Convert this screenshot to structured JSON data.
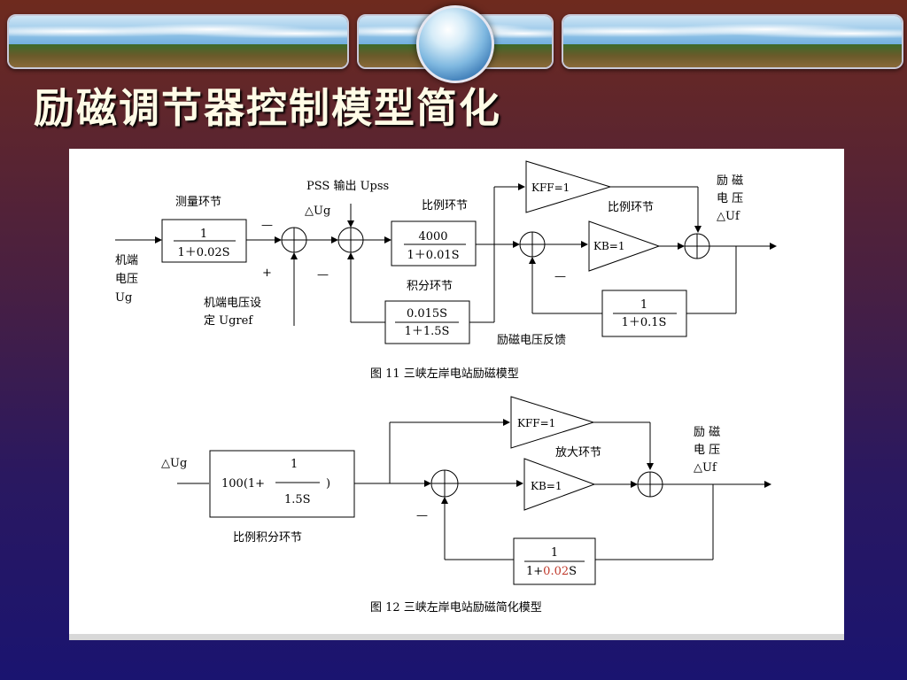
{
  "slide": {
    "title": "励磁调节器控制模型简化"
  },
  "fig11": {
    "caption": "图 11 三峡左岸电站励磁模型",
    "input_label": [
      "机端",
      "电压",
      "Ug"
    ],
    "measure_label": "测量环节",
    "measure_tf": {
      "num": "1",
      "den": "1＋0.02S"
    },
    "ref_label": [
      "机端电压设",
      "定 Ugref"
    ],
    "pss_label": "PSS 输出 Upss",
    "dug_label": "△Ug",
    "prop_label": "比例环节",
    "prop_tf": {
      "num": "4000",
      "den": "1＋0.01S"
    },
    "int_label": "积分环节",
    "int_tf": {
      "num": "0.015S",
      "den": "1＋1.5S"
    },
    "kff": "KFF=1",
    "kb": "KB=1",
    "prop2_label": "比例环节",
    "fb_tf": {
      "num": "1",
      "den": "1＋0.1S"
    },
    "fb_label": "励磁电压反馈",
    "output_label": [
      "励 磁",
      "电 压",
      "△Uf"
    ],
    "minus": "—",
    "plus": "+"
  },
  "fig12": {
    "caption": "图 12 三峡左岸电站励磁简化模型",
    "input_label": "△Ug",
    "pi_tf": {
      "pre": "100(1+",
      "num": "1",
      "den": "1.5S",
      "post": ")"
    },
    "pi_label": "比例积分环节",
    "kff": "KFF=1",
    "amp_label": "放大环节",
    "kb": "KB=1",
    "output_label": [
      "励 磁",
      "电 压",
      "△Uf"
    ],
    "fb_tf": {
      "num": "1",
      "den_a": "1+",
      "den_b": "0.02",
      "den_c": "S"
    },
    "minus": "—"
  },
  "colors": {
    "highlight": "#c0392b"
  }
}
